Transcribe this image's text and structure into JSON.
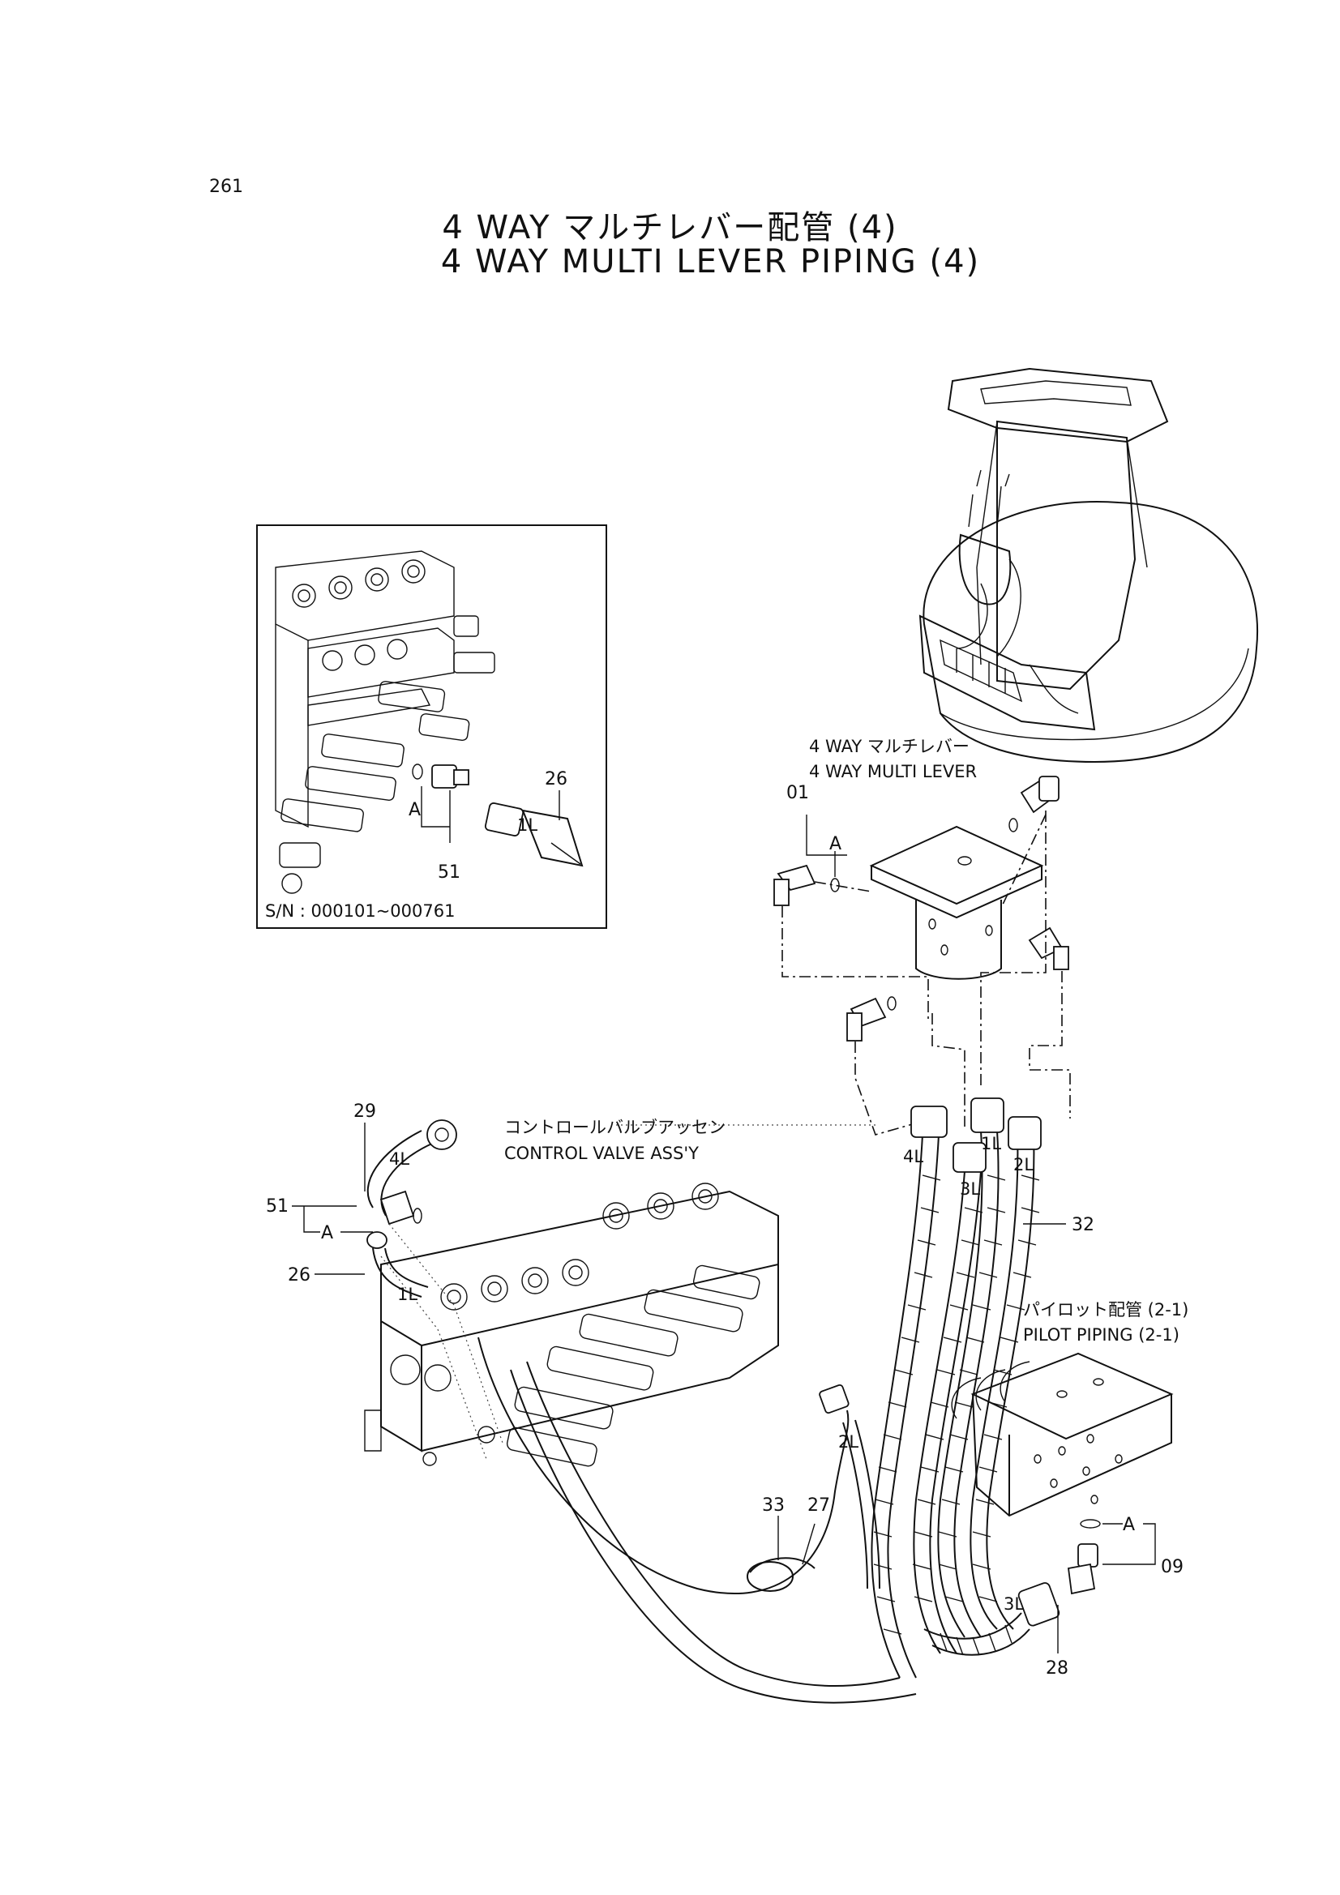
{
  "page_number": "261",
  "title": {
    "jp": "4 WAY マルチレバー配管 (4)",
    "en": "4 WAY MULTI LEVER PIPING (4)"
  },
  "inset": {
    "serial_label": "S/N : 000101~000761",
    "callouts": {
      "part_26": "26",
      "part_51": "51",
      "letter_a": "A",
      "hose_1l": "1L"
    }
  },
  "multi_lever": {
    "label_jp": "4 WAY マルチレバー",
    "label_en": "4 WAY MULTI LEVER",
    "callouts": {
      "part_01": "01",
      "letter_a": "A"
    }
  },
  "control_valve": {
    "label_jp": "コントロールバルブアッセン",
    "label_en": "CONTROL VALVE ASS'Y",
    "callouts": {
      "part_29": "29",
      "part_51": "51",
      "letter_a": "A",
      "part_26": "26",
      "hose_4l": "4L",
      "hose_1l": "1L"
    }
  },
  "pilot_piping": {
    "label_jp": "パイロット配管 (2-1)",
    "label_en": "PILOT PIPING (2-1)",
    "callouts": {
      "letter_a": "A",
      "part_09": "09"
    }
  },
  "hoses": {
    "labels": {
      "h4l": "4L",
      "h3l": "3L",
      "h1l": "1L",
      "h2l": "2L",
      "h2l_lower": "2L",
      "h3l_lower": "3L"
    },
    "callouts": {
      "part_32": "32",
      "part_33": "33",
      "part_27": "27",
      "part_28": "28"
    }
  }
}
